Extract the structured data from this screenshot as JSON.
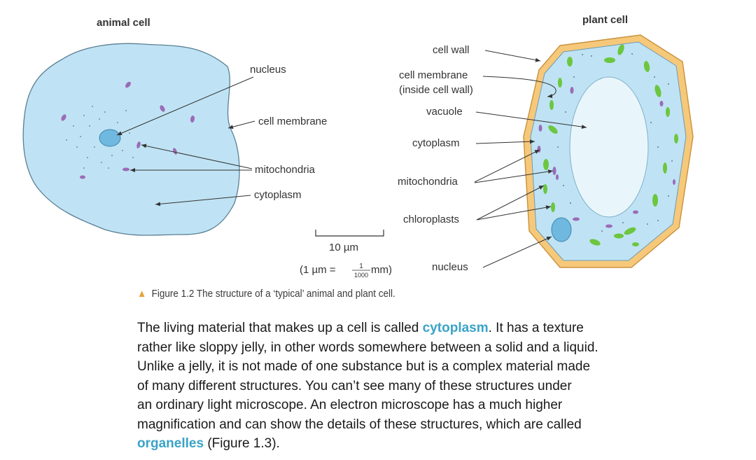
{
  "figure": {
    "animal_title": "animal cell",
    "plant_title": "plant cell",
    "animal_labels": {
      "nucleus": "nucleus",
      "cell_membrane": "cell membrane",
      "mitochondria": "mitochondria",
      "cytoplasm": "cytoplasm"
    },
    "plant_labels": {
      "cell_wall": "cell wall",
      "cell_membrane": "cell membrane",
      "cell_membrane_note": "(inside cell wall)",
      "vacuole": "vacuole",
      "cytoplasm": "cytoplasm",
      "mitochondria": "mitochondria",
      "chloroplasts": "chloroplasts",
      "nucleus": "nucleus"
    },
    "scale_bar": {
      "label": "10 µm",
      "conversion_left": "(1 µm = ",
      "fraction_num": "1",
      "fraction_den": "1000",
      "conversion_right": " mm)"
    },
    "colors": {
      "cytoplasm_fill": "#bfe3f4",
      "cell_wall_fill": "#f6c87a",
      "chloroplast": "#6cc63f",
      "mitochondria": "#9b6bb8",
      "nucleus": "#6fb8e0",
      "accent_text": "#3aa3c7",
      "caption_triangle": "#e8a23b"
    }
  },
  "caption": {
    "icon": "triangle-icon",
    "text": "Figure 1.2 The structure of a ‘typical’ animal and plant cell."
  },
  "body": {
    "l1_a": "The living material that makes up a cell is called ",
    "l1_kw": "cytoplasm",
    "l1_b": ". It has a texture",
    "l2": "rather like sloppy jelly, in other words somewhere between a solid and a liquid.",
    "l3": "Unlike a jelly, it is not made of one substance but is a complex material made",
    "l4": "of many different structures. You can’t see many of these structures under",
    "l5": "an ordinary light microscope. An electron microscope has a much higher",
    "l6": "magnification and can show the details of these structures, which are called",
    "l7_kw": "organelles",
    "l7_b": " (Figure 1.3)."
  }
}
